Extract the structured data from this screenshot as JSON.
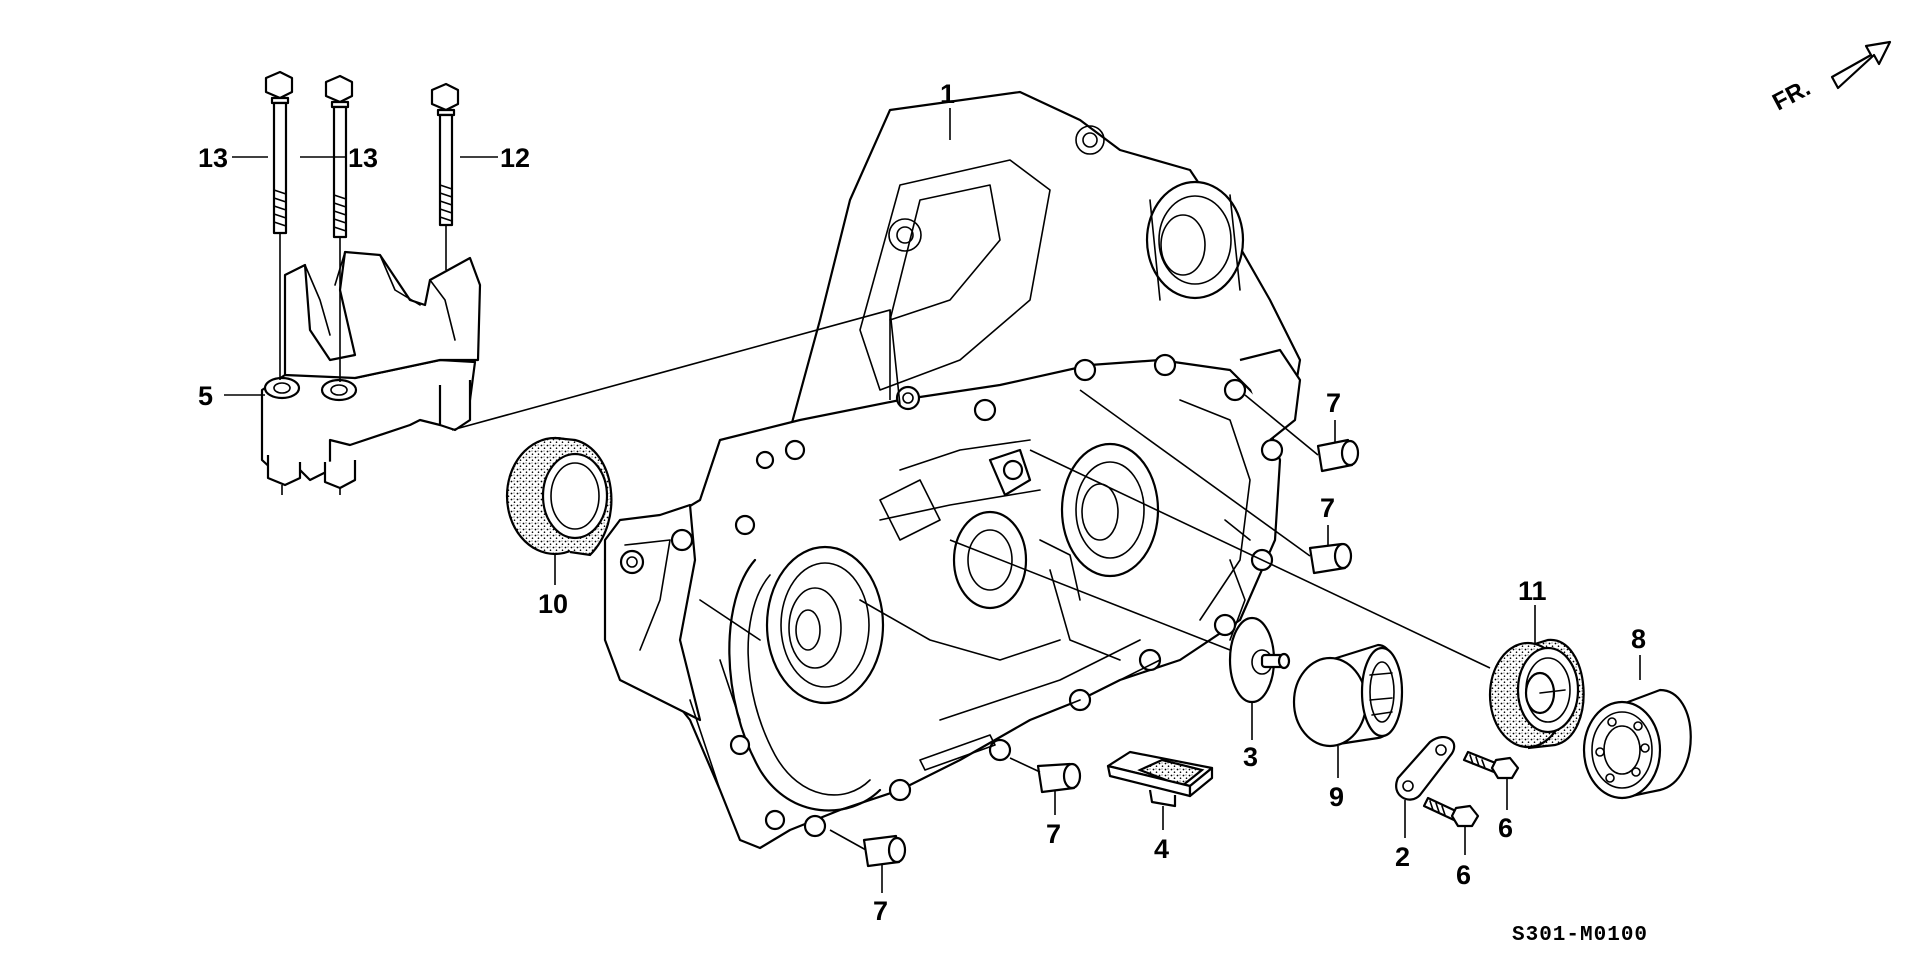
{
  "diagram": {
    "direction_label": "FR.",
    "diagram_code": "S301-M0100",
    "callouts": [
      {
        "id": "c1",
        "number": "1"
      },
      {
        "id": "c2",
        "number": "2"
      },
      {
        "id": "c3",
        "number": "3"
      },
      {
        "id": "c4",
        "number": "4"
      },
      {
        "id": "c5",
        "number": "5"
      },
      {
        "id": "c6a",
        "number": "6"
      },
      {
        "id": "c6b",
        "number": "6"
      },
      {
        "id": "c7a",
        "number": "7"
      },
      {
        "id": "c7b",
        "number": "7"
      },
      {
        "id": "c7c",
        "number": "7"
      },
      {
        "id": "c7d",
        "number": "7"
      },
      {
        "id": "c8",
        "number": "8"
      },
      {
        "id": "c9",
        "number": "9"
      },
      {
        "id": "c10",
        "number": "10"
      },
      {
        "id": "c11",
        "number": "11"
      },
      {
        "id": "c12",
        "number": "12"
      },
      {
        "id": "c13a",
        "number": "13"
      },
      {
        "id": "c13b",
        "number": "13"
      }
    ]
  }
}
